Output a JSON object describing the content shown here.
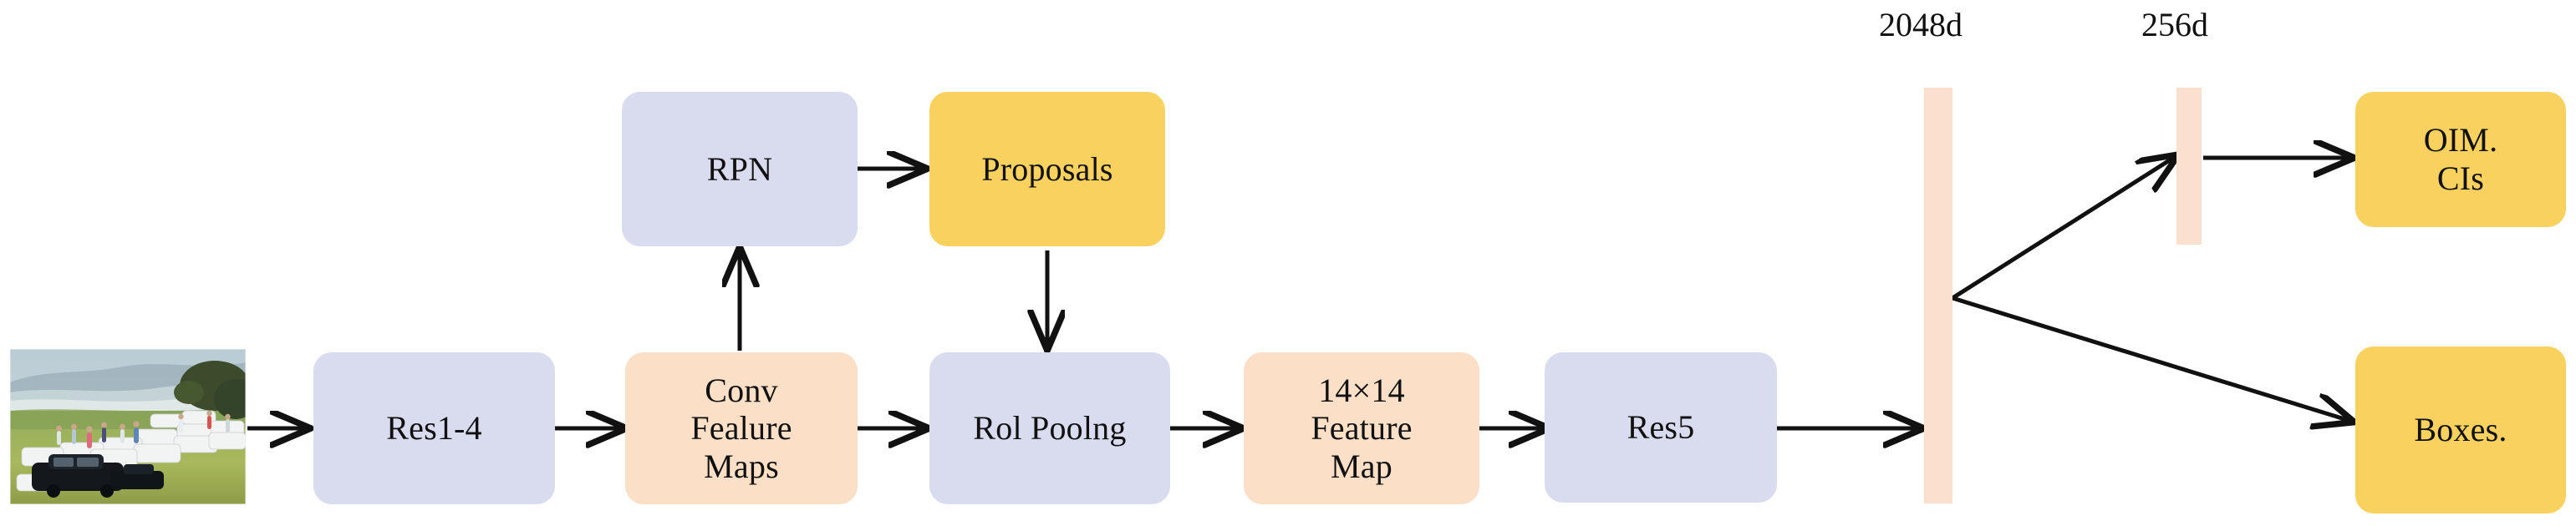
{
  "diagram": {
    "title": "Person search network architecture pipeline",
    "type": "flow-diagram",
    "background_color": "#ffffff",
    "palette": {
      "blue_block": "#d8dcee",
      "peach_block": "#fbdfc6",
      "gold_block": "#f9d15f",
      "bar": "#fbe1cd",
      "arrow": "#111111",
      "text": "#111111"
    }
  },
  "input": {
    "image_alt": "Photograph of a grassy hillside parking area filled with white and black SUVs and people, with misty hills and a lake in the background"
  },
  "nodes": [
    {
      "id": "res1_4",
      "label": "Res1-4",
      "color": "blue"
    },
    {
      "id": "conv_maps",
      "label": "Conv\nFealure\nMaps",
      "color": "peach"
    },
    {
      "id": "rpn",
      "label": "RPN",
      "color": "blue"
    },
    {
      "id": "proposals",
      "label": "Proposals",
      "color": "gold"
    },
    {
      "id": "roi_pooling",
      "label": "Rol Poolng",
      "color": "blue"
    },
    {
      "id": "feature_map",
      "label": "14×14\nFeature\nMap",
      "color": "peach"
    },
    {
      "id": "res5",
      "label": "Res5",
      "color": "blue"
    },
    {
      "id": "oim_cis",
      "label": "OIM.\nCIs",
      "color": "gold"
    },
    {
      "id": "boxes",
      "label": "Boxes.",
      "color": "gold"
    }
  ],
  "bars": [
    {
      "id": "bar_2048",
      "dim_label": "2048d"
    },
    {
      "id": "bar_256",
      "dim_label": "256d"
    }
  ],
  "edges": [
    {
      "from": "image",
      "to": "res1_4"
    },
    {
      "from": "res1_4",
      "to": "conv_maps"
    },
    {
      "from": "conv_maps",
      "to": "rpn"
    },
    {
      "from": "rpn",
      "to": "proposals"
    },
    {
      "from": "proposals",
      "to": "roi_pooling"
    },
    {
      "from": "conv_maps",
      "to": "roi_pooling"
    },
    {
      "from": "roi_pooling",
      "to": "feature_map"
    },
    {
      "from": "feature_map",
      "to": "res5"
    },
    {
      "from": "res5",
      "to": "bar_2048"
    },
    {
      "from": "bar_2048",
      "to": "bar_256"
    },
    {
      "from": "bar_256",
      "to": "oim_cis"
    },
    {
      "from": "bar_2048",
      "to": "boxes"
    }
  ]
}
